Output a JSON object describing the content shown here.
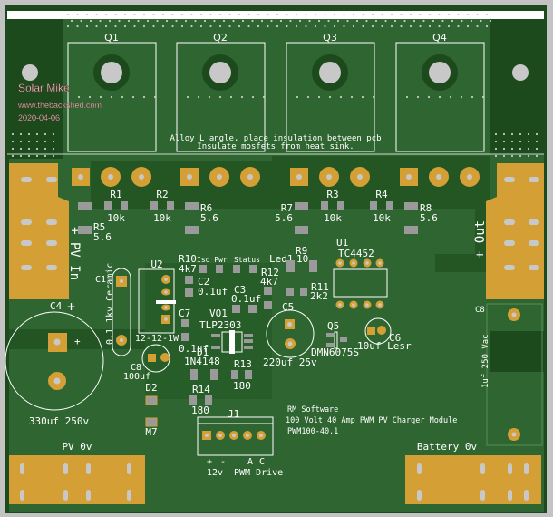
{
  "board": {
    "colors": {
      "background": "#c3c3c3",
      "soldermask_dark": "#1c4a1c",
      "soldermask_copper": "#2f6530",
      "copper_pad": "#d4a035",
      "drill": "#c8c8c8",
      "silkscreen": "#ffffff",
      "smd_pad_gray": "#9a9a9a"
    },
    "author": {
      "name": "Solar Mike",
      "website": "www.thebackshed.com",
      "date": "2020-04-06"
    },
    "mosfets": [
      {
        "ref": "Q1"
      },
      {
        "ref": "Q2"
      },
      {
        "ref": "Q3"
      },
      {
        "ref": "Q4"
      }
    ],
    "mounting_note": {
      "line1": "Alloy L angle, place insulation between pcb",
      "line2": "Insulate mosfets from heat sink."
    },
    "resistors_top": [
      {
        "ref": "R1",
        "value": "10k"
      },
      {
        "ref": "R2",
        "value": "10k"
      },
      {
        "ref": "R3",
        "value": "10k"
      },
      {
        "ref": "R4",
        "value": "10k"
      },
      {
        "ref": "R5",
        "value": "5.6"
      },
      {
        "ref": "R6",
        "value": "5.6"
      },
      {
        "ref": "R7",
        "value": "5.6"
      },
      {
        "ref": "R8",
        "value": "5.6"
      }
    ],
    "terminals": {
      "pv_in": "+ PV In",
      "out": "+ Out",
      "pv_0v": "PV 0v",
      "battery_0v": "Battery 0v"
    },
    "components": {
      "C1": {
        "ref": "C1",
        "value": "0.1 1kv Ceramic"
      },
      "C2": {
        "ref": "C2",
        "value": "0.1uf"
      },
      "C3": {
        "ref": "C3",
        "value": "0.1uf"
      },
      "C4": {
        "ref": "C4",
        "value": "330uf 250v",
        "polarity": "+"
      },
      "C5": {
        "ref": "C5",
        "value": "220uf 25v"
      },
      "C6": {
        "ref": "C6",
        "value": "10uf Lesr"
      },
      "C7": {
        "ref": "C7",
        "value": "0.1uf"
      },
      "C8a": {
        "ref": "C8",
        "value": "100uf"
      },
      "C8b": {
        "ref": "C8",
        "value": "1uf 250 Vac"
      },
      "U1": {
        "ref": "U1",
        "value": "TC4452"
      },
      "U2": {
        "ref": "U2",
        "value": "12-12-1W"
      },
      "VO1": {
        "ref": "VO1",
        "value": "TLP2303"
      },
      "Q5": {
        "ref": "Q5",
        "value": "DMN6075S"
      },
      "D1": {
        "ref": "D1",
        "value": "1N4148"
      },
      "D2": {
        "ref": "D2",
        "value": "M7"
      },
      "R9": {
        "ref": "R9",
        "value": "10"
      },
      "R10": {
        "ref": "R10",
        "value": "4k7"
      },
      "R11": {
        "ref": "R11",
        "value": "2k2"
      },
      "R12": {
        "ref": "R12",
        "value": "4k7"
      },
      "R13": {
        "ref": "R13",
        "value": "180"
      },
      "R14": {
        "ref": "R14",
        "value": "180"
      },
      "Led1": {
        "ref": "Led1"
      },
      "led_iso_pwr": "Iso Pwr",
      "led_status": "Status",
      "J1": {
        "ref": "J1",
        "pins": [
          "+",
          "-",
          "A",
          "C"
        ],
        "label_12v": "12v",
        "label_pwm": "PWM Drive"
      }
    },
    "product": {
      "company": "RM Software",
      "description": "100 Volt 40 Amp PWM PV Charger Module",
      "part_number": "PWM100-40.1"
    }
  }
}
